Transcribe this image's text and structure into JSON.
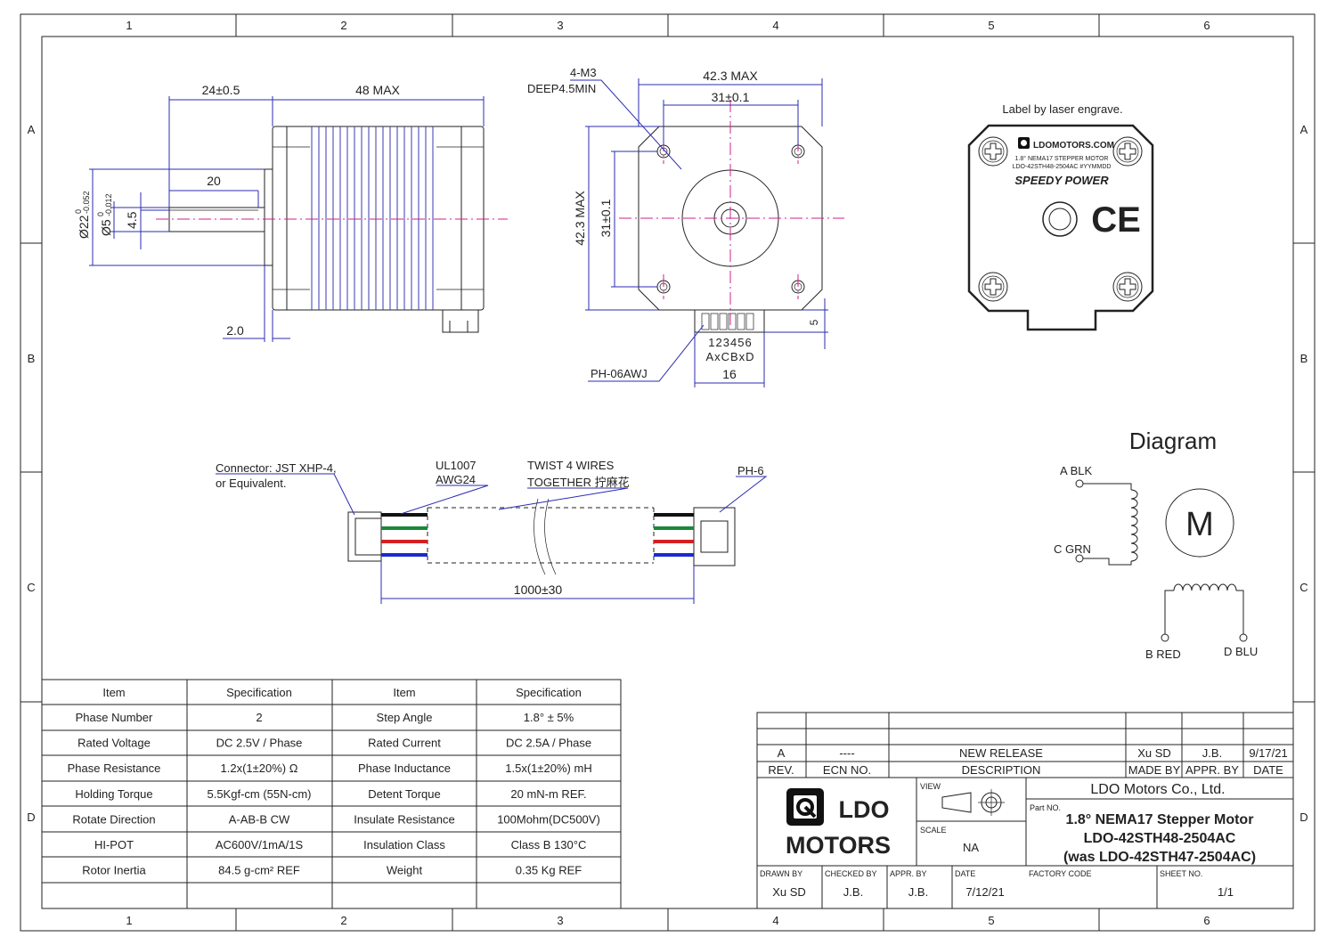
{
  "grid": {
    "columns": [
      "1",
      "2",
      "3",
      "4",
      "5",
      "6"
    ],
    "rows": [
      "A",
      "B",
      "C",
      "D"
    ]
  },
  "side_view": {
    "dim_shaft_length": "24±0.5",
    "dim_body_length": "48 MAX",
    "dim_flat_length": "20",
    "dim_boss_dia_main": "Ø22",
    "dim_boss_dia_tol_upper": "0",
    "dim_boss_dia_tol_lower": "-0.052",
    "dim_shaft_dia_main": "Ø5",
    "dim_shaft_dia_tol_upper": "0",
    "dim_shaft_dia_tol_lower": "-0.012",
    "dim_flat": "4.5",
    "dim_boss_height": "2.0"
  },
  "front_view": {
    "thread_note_1": "4-M3",
    "thread_note_2": "DEEP4.5MIN",
    "dim_width": "42.3 MAX",
    "dim_hole_spacing": "31±0.1",
    "dim_height": "42.3 MAX",
    "dim_hole_spacing_v": "31±0.1",
    "dim_connector_offset": "5",
    "pin_numbers": "123456",
    "pin_letters": "AxCBxD",
    "connector_type": "PH-06AWJ",
    "dim_connector_width": "16"
  },
  "label": {
    "note": "Label by laser engrave.",
    "brand_url": "LDOMOTORS.COM",
    "line1": "1.8° NEMA17 STEPPER MOTOR",
    "line2": "LDO-42STH48-2504AC #YYMMDD",
    "slogan": "SPEEDY POWER",
    "ce_mark": "CE"
  },
  "cable": {
    "connector_note_1": "Connector: JST XHP-4,",
    "connector_note_2": "or Equivalent.",
    "wire_spec_1": "UL1007",
    "wire_spec_2": "AWG24",
    "twist_note_1": "TWIST 4 WIRES",
    "twist_note_2": "TOGETHER 拧麻花",
    "end_connector": "PH-6",
    "length": "1000±30",
    "wire_colors": [
      "#111111",
      "#1a8a3a",
      "#d42020",
      "#1a2ad0"
    ]
  },
  "diagram": {
    "title": "Diagram",
    "a": "A BLK",
    "c": "C GRN",
    "b": "B RED",
    "d": "D BLU",
    "motor_symbol": "M"
  },
  "spec_table": {
    "headers": [
      "Item",
      "Specification",
      "Item",
      "Specification"
    ],
    "rows": [
      [
        "Phase Number",
        "2",
        "Step Angle",
        "1.8° ± 5%"
      ],
      [
        "Rated Voltage",
        "DC 2.5V / Phase",
        "Rated Current",
        "DC 2.5A / Phase"
      ],
      [
        "Phase Resistance",
        "1.2x(1±20%) Ω",
        "Phase Inductance",
        "1.5x(1±20%) mH"
      ],
      [
        "Holding Torque",
        "5.5Kgf-cm (55N-cm)",
        "Detent Torque",
        "20 mN-m REF."
      ],
      [
        "Rotate Direction",
        "A-AB-B CW",
        "Insulate Resistance",
        "100Mohm(DC500V)"
      ],
      [
        "HI-POT",
        "AC600V/1mA/1S",
        "Insulation Class",
        "Class B 130°C"
      ],
      [
        "Rotor Inertia",
        "84.5 g-cm² REF",
        "Weight",
        "0.35 Kg REF"
      ],
      [
        "",
        "",
        "",
        ""
      ]
    ]
  },
  "title_block": {
    "rev_row": [
      "A",
      "----",
      "NEW RELEASE",
      "Xu SD",
      "J.B.",
      "9/17/21"
    ],
    "rev_headers": [
      "REV.",
      "ECN NO.",
      "DESCRIPTION",
      "MADE BY",
      "APPR. BY",
      "DATE"
    ],
    "logo_line1": "LDO",
    "logo_line2": "MOTORS",
    "view_label": "VIEW",
    "scale_label": "SCALE",
    "scale_value": "NA",
    "company": "LDO Motors Co., Ltd.",
    "part_no_label": "Part NO.",
    "part_line1": "1.8° NEMA17 Stepper Motor",
    "part_line2": "LDO-42STH48-2504AC",
    "part_line3": "(was LDO-42STH47-2504AC)",
    "drawn_by_label": "DRAWN BY",
    "drawn_by": "Xu SD",
    "checked_by_label": "CHECKED BY",
    "checked_by": "J.B.",
    "appr_by_label": "APPR. BY",
    "appr_by": "J.B.",
    "date_label": "DATE",
    "date": "7/12/21",
    "factory_code_label": "FACTORY CODE",
    "factory_code": "",
    "sheet_no_label": "SHEET NO.",
    "sheet_no": "1/1"
  }
}
